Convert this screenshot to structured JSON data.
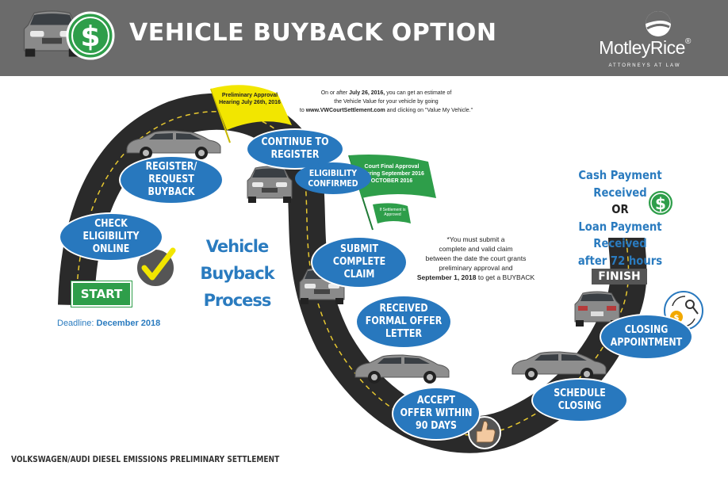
{
  "header": {
    "title": "VEHICLE BUYBACK OPTION",
    "brand_name": "MotleyRice",
    "brand_registered": "®",
    "brand_tagline": "ATTORNEYS AT LAW",
    "header_color": "#6b6b6b",
    "dollar_icon": "dollar-icon"
  },
  "top_note": {
    "line1_pre": "On or after ",
    "line1_date": "July 26, 2016,",
    "line1_post": " you can get an estimate of",
    "line2": "the Vehicle Value for your vehicle by going",
    "line3_pre": "to ",
    "line3_url": "www.VWCourtSettlement.com",
    "line3_post": " and clicking on \"Value My Vehicle.\""
  },
  "flags": {
    "preliminary": "Preliminary Approval Hearing July 26th, 2016",
    "court_final": "Court Final Approval Hearing September 2016 OCTOBER 2016",
    "settlement_small": "If Settlement is Approved"
  },
  "steps": {
    "check": "CHECK ELIGIBILITY ONLINE",
    "register": "REGISTER/ REQUEST BUYBACK",
    "continue": "CONTINUE TO REGISTER",
    "eligibility": "ELIGIBILITY CONFIRMED",
    "submit": "SUBMIT COMPLETE CLAIM",
    "received": "RECEIVED FORMAL OFFER LETTER",
    "accept": "ACCEPT OFFER WITHIN 90 DAYS",
    "schedule": "SCHEDULE CLOSING",
    "closing": "CLOSING APPOINTMENT"
  },
  "process_title": "Vehicle Buyback Process",
  "start_label": "START",
  "finish_label": "FINISH",
  "deadline": {
    "label": "Deadline:",
    "date": "December 2018"
  },
  "mid_note": {
    "line1": "*You must submit a",
    "line2": "complete and valid claim",
    "line3": "between the date the court grants",
    "line4": "preliminary approval and",
    "line5_date": "September 1, 2018",
    "line5_post": " to get a BUYBACK"
  },
  "payment": {
    "line1": "Cash Payment",
    "line2": "Received",
    "or": "OR",
    "line3": "Loan Payment",
    "line4": "Received",
    "line5": "after 72 hours"
  },
  "footer": "VOLKSWAGEN/AUDI DIESEL EMISSIONS PRELIMINARY SETTLEMENT",
  "colors": {
    "bubble_blue": "#2878be",
    "road": "#2a2a2a",
    "lane_line": "#e8c930",
    "start_green": "#2e9e4a",
    "dollar_green": "#2e9e4a",
    "flag_yellow": "#f2e600",
    "flag_green": "#2e9e4a",
    "check_yellow": "#f2e600"
  },
  "icons": [
    "dollar-icon",
    "checkmark-icon",
    "thumbs-up-icon",
    "key-exchange-icon",
    "car-icon"
  ]
}
